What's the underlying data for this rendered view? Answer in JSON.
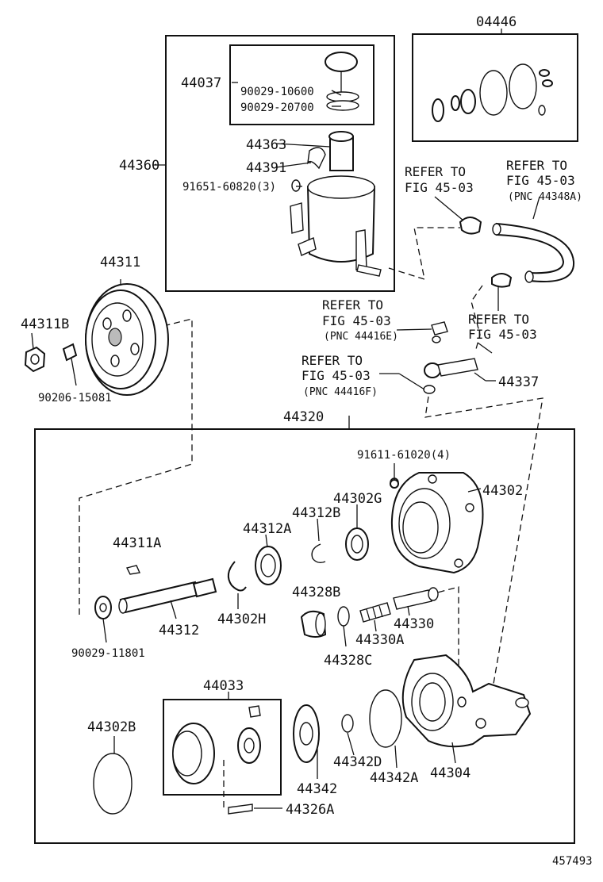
{
  "labels": {
    "l04446": "04446",
    "l44037": "44037",
    "l90029_10600": "90029-10600",
    "l90029_20700": "90029-20700",
    "l44363": "44363",
    "l44391": "44391",
    "l44360": "44360",
    "l91651": "91651-60820(3)",
    "l44311": "44311",
    "l44311B": "44311B",
    "l90206": "90206-15081",
    "l44337": "44337",
    "l44320": "44320",
    "l91611": "91611-61020(4)",
    "l44302": "44302",
    "l44302G": "44302G",
    "l44312B": "44312B",
    "l44312A": "44312A",
    "l44311A": "44311A",
    "l44312": "44312",
    "l44302H": "44302H",
    "l44328B": "44328B",
    "l44330A": "44330A",
    "l44330": "44330",
    "l44328C": "44328C",
    "l90029_11801": "90029-11801",
    "l44033": "44033",
    "l44302B": "44302B",
    "l44342": "44342",
    "l44342D": "44342D",
    "l44342A": "44342A",
    "l44304": "44304",
    "l44326A": "44326A",
    "figure_number": "457493"
  },
  "refs": {
    "r1_line1": "REFER TO",
    "r1_line2": "FIG 45-03",
    "r2_line1": "REFER TO",
    "r2_line2": "FIG 45-03",
    "r2_pnc": "(PNC 44348A)",
    "r3_line1": "REFER TO",
    "r3_line2": "FIG 45-03",
    "r3_pnc": "(PNC 44416E)",
    "r4_line1": "REFER TO",
    "r4_line2": "FIG 45-03",
    "r5_line1": "REFER TO",
    "r5_line2": "FIG 45-03",
    "r5_pnc": "(PNC 44416F)"
  }
}
